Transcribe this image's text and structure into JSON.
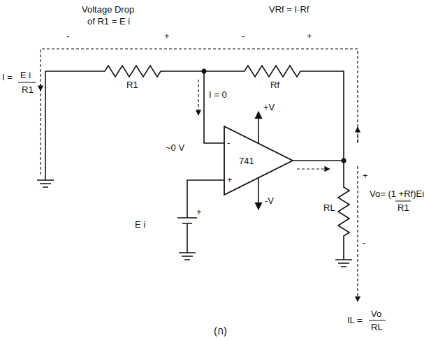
{
  "diagram": {
    "caption": "(ก)",
    "nodes": [
      {
        "text": [
          "-",
          "+",
          "741"
        ]
      }
    ],
    "labels": [
      "Voltage Drop",
      "of R1 = E i",
      "-",
      "+",
      "VRf = I·Rf",
      "-",
      "+",
      "R1",
      "Rf",
      "I =",
      "E i",
      "R1",
      "I = 0",
      "+V",
      "-V",
      "~0 V",
      "E i",
      "+",
      "+",
      "Vo= (1 +Rf)Ei",
      "R1",
      "-",
      "IL =",
      "Vo",
      "RL",
      "RL"
    ]
  }
}
